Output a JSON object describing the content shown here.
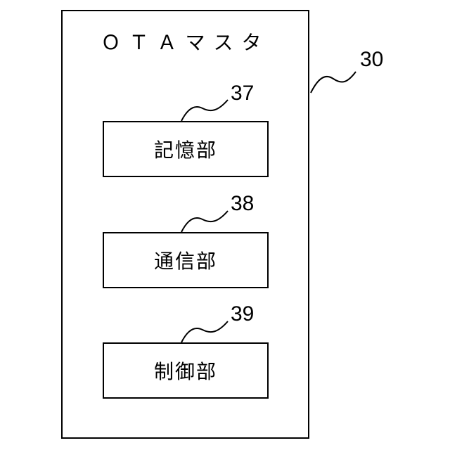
{
  "ota_master": {
    "title": "ＯＴＡマスタ",
    "ref": "30"
  },
  "units": [
    {
      "label": "記憶部",
      "ref": "37"
    },
    {
      "label": "通信部",
      "ref": "38"
    },
    {
      "label": "制御部",
      "ref": "39"
    }
  ]
}
